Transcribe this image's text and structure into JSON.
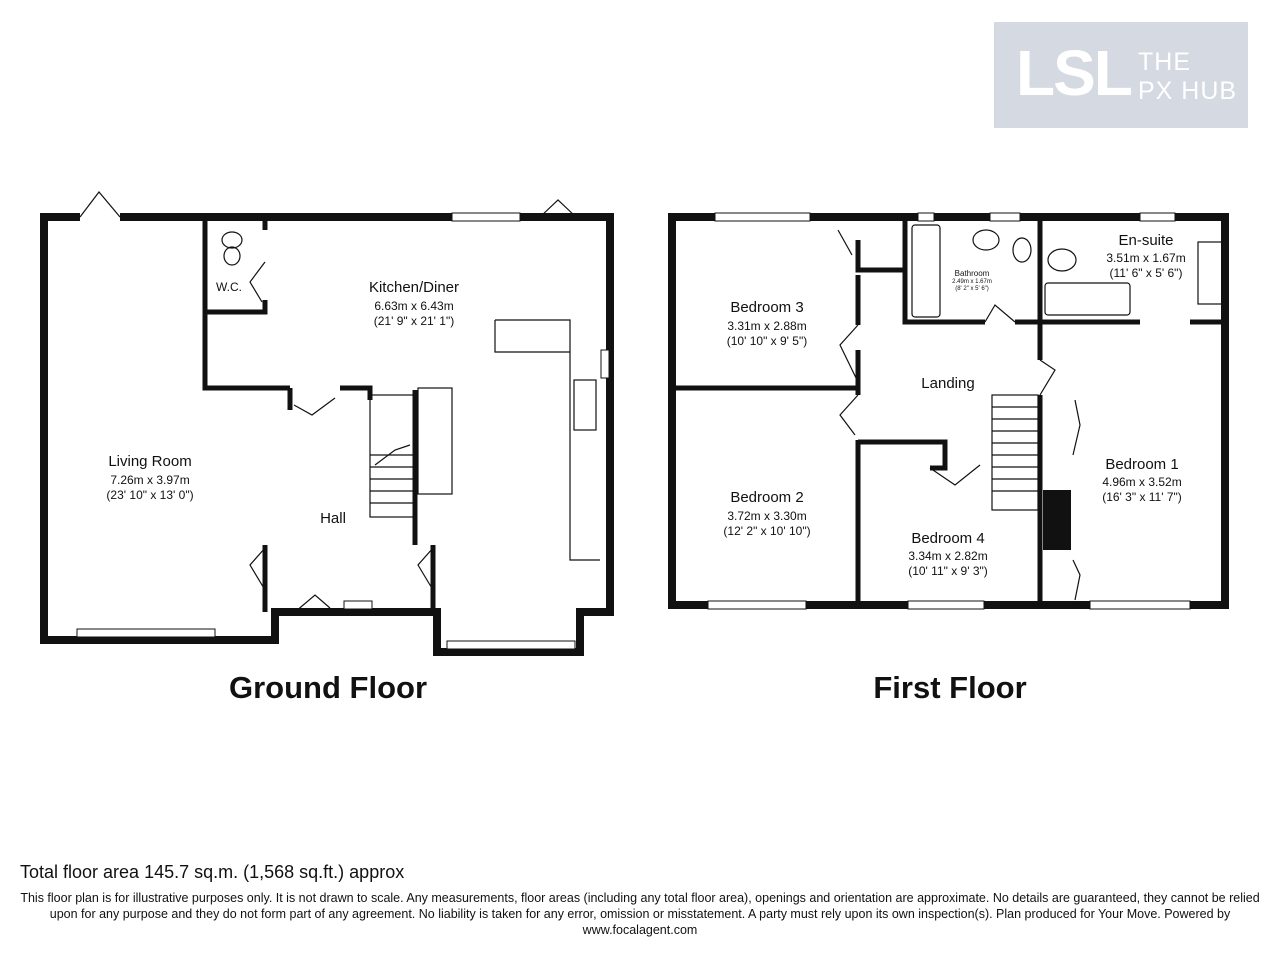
{
  "logo": {
    "mark": "LSL",
    "line1": "THE",
    "line2": "PX HUB",
    "background": "#d5d9e2"
  },
  "ground_floor": {
    "title": "Ground Floor",
    "rooms": [
      {
        "name": "Living Room",
        "metric": "7.26m x 3.97m",
        "imperial": "(23' 10\" x 13' 0\")"
      },
      {
        "name": "Kitchen/Diner",
        "metric": "6.63m x 6.43m",
        "imperial": "(21' 9\" x 21' 1\")"
      },
      {
        "name": "W.C."
      },
      {
        "name": "Hall"
      }
    ]
  },
  "first_floor": {
    "title": "First Floor",
    "rooms": [
      {
        "name": "Bedroom 3",
        "metric": "3.31m x 2.88m",
        "imperial": "(10' 10\" x 9' 5\")"
      },
      {
        "name": "Bathroom",
        "metric": "2.49m x 1.67m",
        "imperial": "(8' 2\" x 5' 6\")"
      },
      {
        "name": "En-suite",
        "metric": "3.51m x 1.67m",
        "imperial": "(11' 6\" x 5' 6\")"
      },
      {
        "name": "Landing"
      },
      {
        "name": "Bedroom 1",
        "metric": "4.96m x 3.52m",
        "imperial": "(16' 3\" x 11' 7\")"
      },
      {
        "name": "Bedroom 2",
        "metric": "3.72m x 3.30m",
        "imperial": "(12' 2\" x 10' 10\")"
      },
      {
        "name": "Bedroom 4",
        "metric": "3.34m x 2.82m",
        "imperial": "(10' 11\" x 9' 3\")"
      }
    ]
  },
  "footer": {
    "total_area": "Total floor area 145.7 sq.m. (1,568 sq.ft.) approx",
    "disclaimer": "This floor plan is for illustrative purposes only. It is not drawn to scale. Any measurements, floor areas (including any total floor area), openings and orientation are approximate. No details are guaranteed, they cannot be relied upon for any purpose and they do not form part of any agreement. No liability is taken for any error, omission or misstatement. A party must rely upon its own inspection(s).  Plan produced for Your Move. Powered by www.focalagent.com"
  }
}
